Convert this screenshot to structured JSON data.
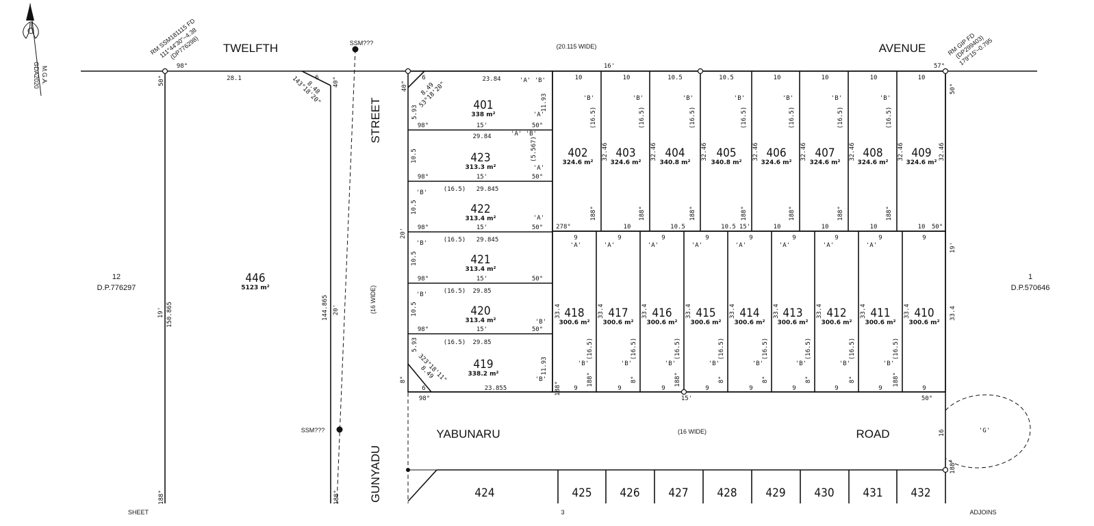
{
  "streets": {
    "twelfth": "TWELFTH",
    "avenue": "AVENUE",
    "avenue_width": "(20.115 WIDE)",
    "street": "STREET",
    "street_width": "(16 WIDE)",
    "yabunaru": "YABUNARU",
    "road": "ROAD",
    "road_width": "(16 WIDE)",
    "gunyadu": "GUNYADU"
  },
  "north": {
    "label": "M.G.A.",
    "datum": "GDA2020"
  },
  "survey_marks": {
    "rm_left": "RM SSM181115 FD",
    "rm_left_2": "111°44'30\"~4.38",
    "rm_left_3": "(DP776298)",
    "rm_right": "RM GIP FD",
    "rm_right_2": "(DP299403)",
    "rm_right_3": "179°15'~0.795",
    "ssm_top": "SSM???",
    "ssm_bottom": "SSM???"
  },
  "adjoining": {
    "left_lot": "12",
    "left_dp": "D.P.776297",
    "right_lot": "1",
    "right_dp": "D.P.570646"
  },
  "big_lot": {
    "number": "446",
    "area": "5123 m²"
  },
  "lots_top_left": [
    {
      "number": "401",
      "area": "338 m²"
    },
    {
      "number": "423",
      "area": "313.3 m²"
    },
    {
      "number": "422",
      "area": "313.4 m²"
    },
    {
      "number": "421",
      "area": "313.4 m²"
    },
    {
      "number": "420",
      "area": "313.4 m²"
    },
    {
      "number": "419",
      "area": "338.2 m²"
    }
  ],
  "lots_top_row": [
    {
      "number": "402",
      "area": "324.6 m²"
    },
    {
      "number": "403",
      "area": "324.6 m²"
    },
    {
      "number": "404",
      "area": "340.8 m²"
    },
    {
      "number": "405",
      "area": "340.8 m²"
    },
    {
      "number": "406",
      "area": "324.6 m²"
    },
    {
      "number": "407",
      "area": "324.6 m²"
    },
    {
      "number": "408",
      "area": "324.6 m²"
    },
    {
      "number": "409",
      "area": "324.6 m²"
    }
  ],
  "lots_bottom_row": [
    {
      "number": "418",
      "area": "300.6 m²"
    },
    {
      "number": "417",
      "area": "300.6 m²"
    },
    {
      "number": "416",
      "area": "300.6 m²"
    },
    {
      "number": "415",
      "area": "300.6 m²"
    },
    {
      "number": "414",
      "area": "300.6 m²"
    },
    {
      "number": "413",
      "area": "300.6 m²"
    },
    {
      "number": "412",
      "area": "300.6 m²"
    },
    {
      "number": "411",
      "area": "300.6 m²"
    },
    {
      "number": "410",
      "area": "300.6 m²"
    }
  ],
  "lots_south": [
    "424",
    "425",
    "426",
    "427",
    "428",
    "429",
    "430",
    "431",
    "432"
  ],
  "dimensions": {
    "d_98": "98°",
    "d_28_1": "28.1",
    "d_23_84": "23.84",
    "d_16": "16'",
    "d_57": "57°",
    "d_50": "50°",
    "d_150_865": "150.865",
    "d_144_865": "144.865",
    "d_19": "19'",
    "d_20": "20'",
    "d_188": "188°",
    "d_29_84": "29.84",
    "d_29_845": "29.845",
    "d_29_85": "29.85",
    "d_23_855": "23.855",
    "d_15": "15'",
    "d_10": "10",
    "d_10_5": "10.5",
    "d_9": "9",
    "d_32_46": "32.46",
    "d_33_4": "33.4",
    "d_16_5": "(16.5)",
    "d_278": "278°",
    "d_8": "8°",
    "d_6": "6",
    "d_5_93": "5.93",
    "d_11_93": "11.93",
    "d_40": "40°",
    "d_5_567": "(5.567)",
    "d_16r": "16",
    "g_label": "'G'",
    "a_label": "'A'",
    "b_label": "'B'",
    "ab_label": "'A' 'B'",
    "chord_top": "8.49",
    "chord_top_brg": "53°18'20\"",
    "chord_left": "8.48",
    "chord_left_brg": "143°18'20\"",
    "chord_bottom": "8.49",
    "chord_bottom_brg": "323°18'11\""
  },
  "footer": {
    "sheet": "SHEET",
    "sheet_no": "3",
    "adjoins": "ADJOINS"
  }
}
